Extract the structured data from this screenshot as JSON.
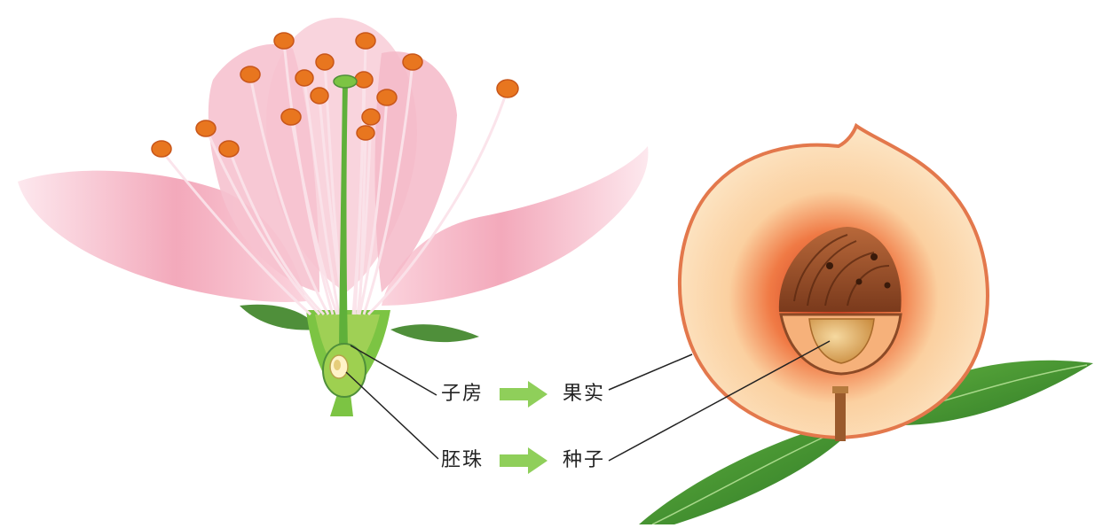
{
  "labels": {
    "ovary": "子房",
    "fruit": "果实",
    "ovule": "胚珠",
    "seed": "种子"
  },
  "colors": {
    "petal": "#f4b6c2",
    "petal_dark": "#e88aa0",
    "anther": "#e8761f",
    "pistil": "#6cbf3c",
    "arrow": "#8fcf5a",
    "peach_skin": "#f08a5b",
    "peach_flesh": "#fbd9a8",
    "peach_core": "#d9531e",
    "pit": "#8c4a26",
    "seed": "#e6a95a",
    "leaf": "#3f8f2f"
  }
}
